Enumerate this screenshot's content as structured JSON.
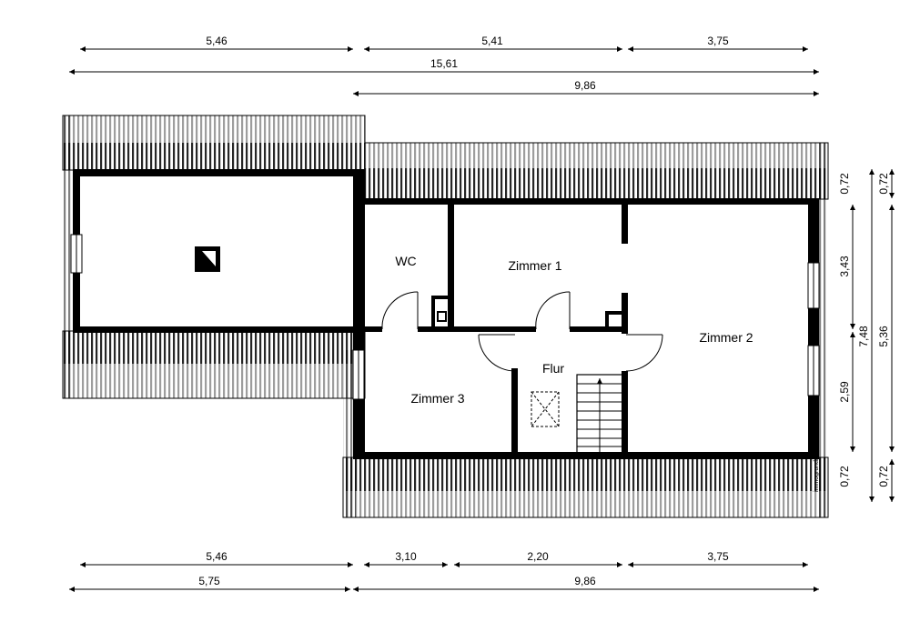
{
  "dimensions": {
    "top_row1": [
      "5,46",
      "5,41",
      "3,75"
    ],
    "top_total": "15,61",
    "top_right": "9,86",
    "right_inner": [
      "0,72",
      "3,43",
      "2,59",
      "0,72"
    ],
    "right_middle": "7,48",
    "right_outer": [
      "0,72",
      "5,36",
      "0,72"
    ],
    "bottom_row1": [
      "5,46",
      "3,10",
      "2,20",
      "3,75"
    ],
    "bottom_row2": [
      "5,75",
      "9,86"
    ]
  },
  "rooms": {
    "wc": "WC",
    "zimmer1": "Zimmer 1",
    "zimmer2": "Zimmer 2",
    "zimmer3": "Zimmer 3",
    "flur": "Flur"
  },
  "watermark": "immogrundriss"
}
